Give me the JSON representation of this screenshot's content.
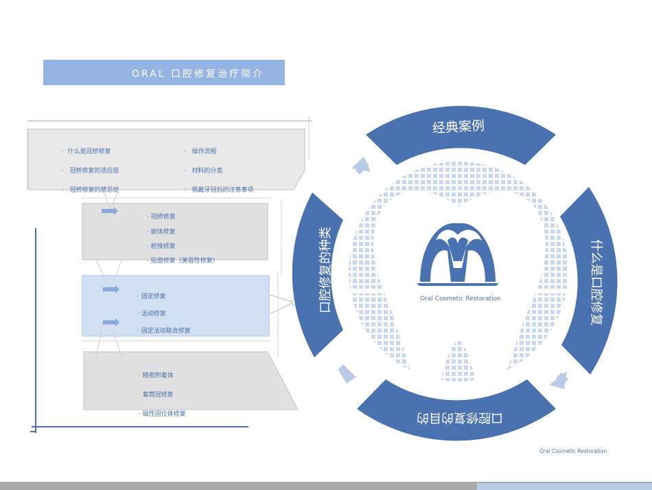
{
  "header": {
    "title": "ORAL   口腔修复治疗简介"
  },
  "menu": {
    "left_items": [
      "什么是冠桥修复",
      "冠桥修复的适应症",
      "冠桥修复的禁忌症"
    ],
    "right_items": [
      "操作流程",
      "材料的分类",
      "佩戴牙冠后的注意事项"
    ]
  },
  "box_types": [
    "冠桥修复",
    "嵌体修复",
    "桩核修复",
    "贴面修复（美容性修复）"
  ],
  "box_fixed": [
    "固定修复",
    "活动修复",
    "固定活动联合修复"
  ],
  "box_retention": [
    "精密附着体",
    "套筒冠修复",
    "磁性固位体修复"
  ],
  "ring": {
    "top": "经典案例",
    "right": "什么是口腔修复",
    "bottom": "口腔修复的目的",
    "left": "口腔修复的种类"
  },
  "center_logo": {
    "label": "Oral Cosmetic Restoration"
  },
  "footer": {
    "caption": "Oral Cosmetic Restoration"
  },
  "colors": {
    "ring_blue": "#4a72b0",
    "light_blue": "#94b4e3",
    "panel_gray": "#e3e3e3",
    "panel_blue": "#d2e0f4"
  }
}
